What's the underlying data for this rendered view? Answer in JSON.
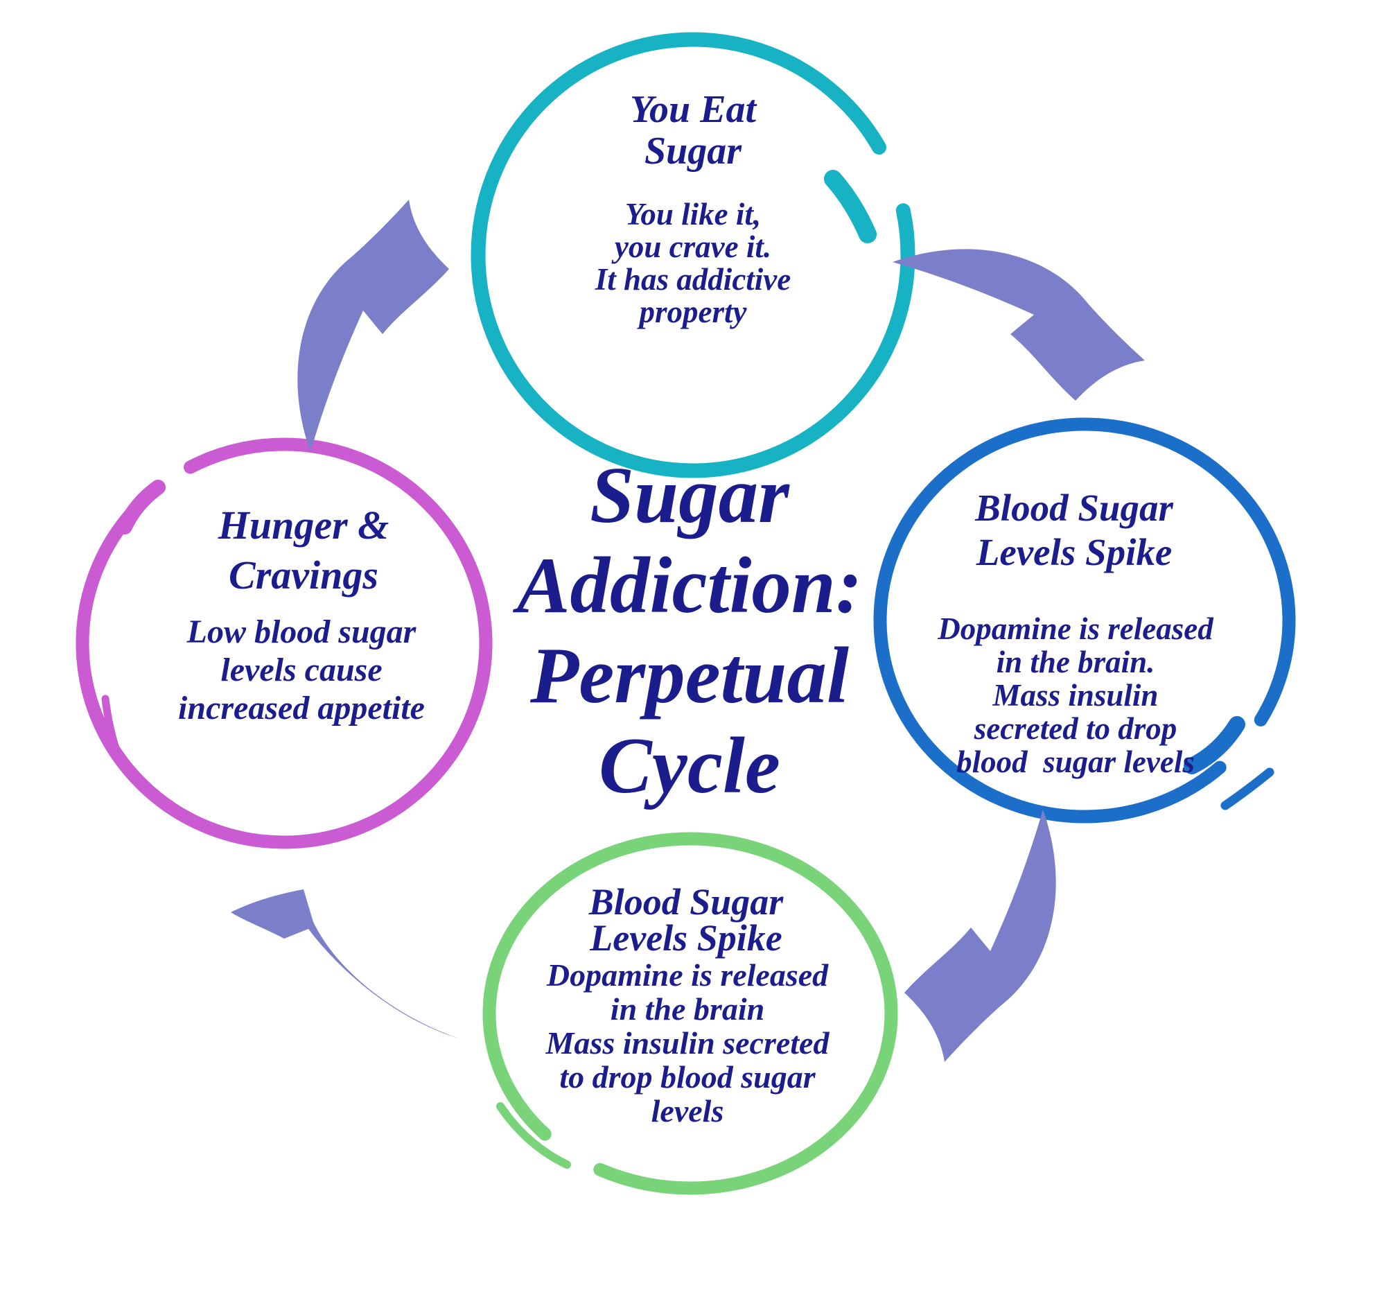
{
  "diagram": {
    "title": "Sugar\nAddiction:\nPerpetual\nCycle",
    "nodes": {
      "top": {
        "heading": "You Eat\nSugar",
        "body": "You like it,\nyou crave it.\nIt has addictive\nproperty",
        "color": "#17b3c5"
      },
      "right": {
        "heading": "Blood Sugar\nLevels Spike",
        "body": "Dopamine is released\nin the brain.\nMass insulin\nsecreted to drop\nblood  sugar levels",
        "color": "#1b6fc9"
      },
      "bottom": {
        "heading": "Blood Sugar\nLevels Spike",
        "body": "Dopamine is released\nin the brain\nMass insulin secreted\nto drop blood sugar\nlevels",
        "color": "#79d379"
      },
      "left": {
        "heading": "Hunger &\nCravings",
        "body": "Low blood sugar\nlevels cause\nincreased appetite",
        "color": "#cb5bd2"
      }
    },
    "flow": [
      "left to top",
      "top to right",
      "right to bottom",
      "bottom to left"
    ],
    "colors": {
      "arrow": "#7b7ec9",
      "text": "#1c1d8c",
      "background": "#ffffff"
    }
  }
}
